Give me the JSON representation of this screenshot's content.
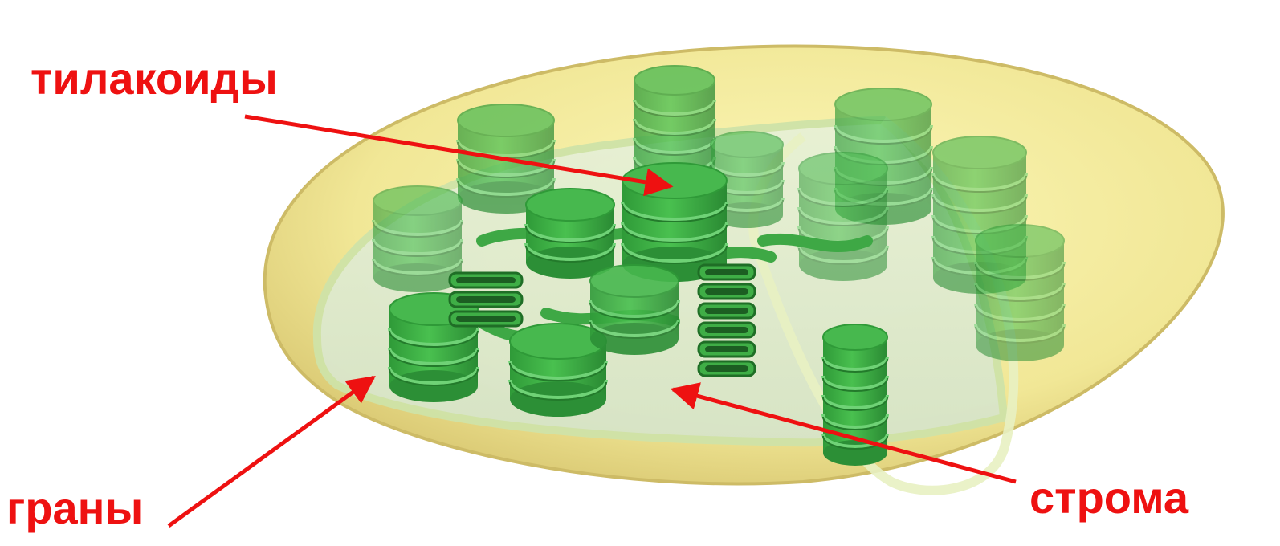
{
  "labels": {
    "thylakoids": "тилакоиды",
    "grana": "граны",
    "stroma": "строма"
  },
  "colors": {
    "label": "#ee1111",
    "arrow": "#ee1111",
    "outer_membrane": "#eadf8c",
    "stroma_fill": "#f4f0b0",
    "granum_green": "#3cb043",
    "granum_dark": "#2c8f36"
  }
}
